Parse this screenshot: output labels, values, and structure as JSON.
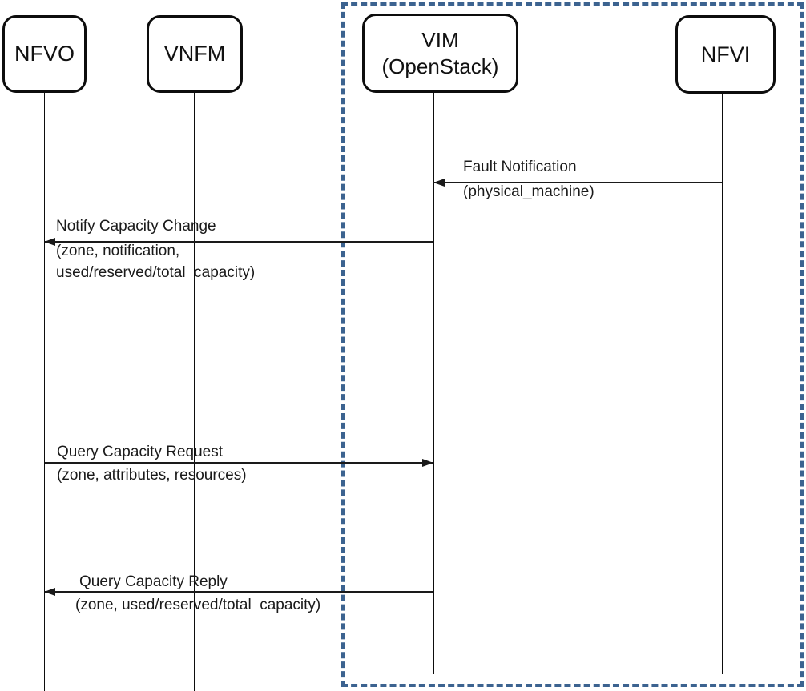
{
  "diagram_type": "sequence-diagram",
  "actors": {
    "nfvo": {
      "label": "NFVO"
    },
    "vnfm": {
      "label": "VNFM"
    },
    "vim": {
      "label_line1": "VIM",
      "label_line2": "(OpenStack)"
    },
    "nfvi": {
      "label": "NFVI"
    }
  },
  "messages": {
    "fault_notification": {
      "from": "NFVI",
      "to": "VIM (OpenStack)",
      "direction": "left",
      "line1": "Fault Notification",
      "line2": "(physical_machine)"
    },
    "notify_capacity_change": {
      "from": "VIM (OpenStack)",
      "to": "NFVO",
      "direction": "left",
      "line1": "Notify Capacity Change",
      "line2": "(zone, notification,",
      "line3": "used/reserved/total  capacity)"
    },
    "query_capacity_request": {
      "from": "NFVO",
      "to": "VIM (OpenStack)",
      "direction": "right",
      "line1": "Query Capacity Request",
      "line2": "(zone, attributes, resources)"
    },
    "query_capacity_reply": {
      "from": "VIM (OpenStack)",
      "to": "NFVO",
      "direction": "left",
      "line1": "Query Capacity Reply",
      "line2": "(zone, used/reserved/total  capacity)"
    }
  },
  "scope_box": {
    "encloses": "VIM (OpenStack), NFVI",
    "border_style": "dashed",
    "border_color": "#3C6390"
  },
  "colors": {
    "background": "#FFFFFF",
    "shape_outline": "#0D0D0D",
    "message_line": "#1A1A1A",
    "scope_border": "#3C6390"
  }
}
